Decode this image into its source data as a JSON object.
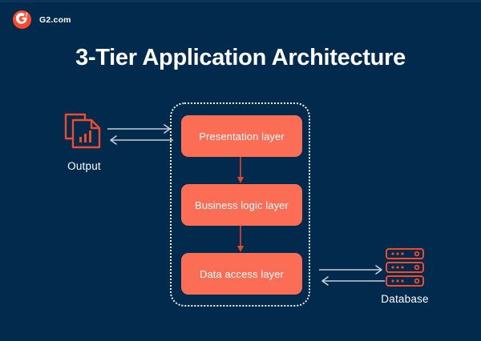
{
  "theme": {
    "background": "#012A4D",
    "accent_box": "#FB6D55",
    "accent_icon": "#F04A2A",
    "brand_red": "#FF492C",
    "text_light": "#FFFFFF",
    "arrow_gray": "#C7CED6",
    "dashed_border": "#F2F4F7"
  },
  "brand": {
    "logo_icon": "g2-logo-icon",
    "name": "G2.com"
  },
  "title": "3-Tier Application Architecture",
  "diagram": {
    "type": "flow",
    "left_node": {
      "label": "Output",
      "icon": "documents-bar-chart-icon"
    },
    "right_node": {
      "label": "Database",
      "icon": "server-rack-icon"
    },
    "tiers": [
      {
        "label": "Presentation layer"
      },
      {
        "label": "Business logic layer"
      },
      {
        "label": "Data access layer"
      }
    ],
    "connectors": {
      "tier_arrow_icon": "arrow-down-icon",
      "bidirectional_icon": "bidirectional-arrows-icon"
    }
  }
}
